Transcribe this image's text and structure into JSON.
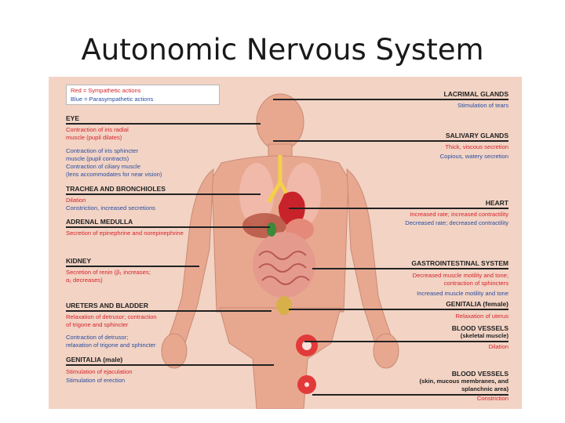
{
  "title": "Autonomic Nervous System",
  "legend": {
    "sympathetic": "Red = Sympathetic actions",
    "parasympathetic": "Blue = Parasympathetic actions",
    "colors": {
      "sympathetic": "#d8232a",
      "parasympathetic": "#2a4ea2"
    }
  },
  "left": {
    "eye": {
      "heading": "EYE",
      "symp": "Contraction of iris radial\nmuscle (pupil dilates)",
      "para": "Contraction of iris sphincter\nmuscle (pupil contracts)\nContraction of ciliary muscle\n(lens accommodates for near vision)"
    },
    "trachea": {
      "heading": "TRACHEA AND BRONCHIOLES",
      "symp": "Dilation",
      "para": "Constriction, increased secretions"
    },
    "adrenal": {
      "heading": "ADRENAL MEDULLA",
      "symp": "Secretion of epinephrine and norepinephrine"
    },
    "kidney": {
      "heading": "KIDNEY",
      "symp": "Secretion of renin (β₁ increases;\n  α₁ decreases)"
    },
    "ureters": {
      "heading": "URETERS AND BLADDER",
      "symp": "Relaxation of detrusor; contraction\nof trigone and sphincter",
      "para": "Contraction of detrusor;\nrelaxation of trigone and sphincter"
    },
    "genitalia_male": {
      "heading": "GENITALIA (male)",
      "symp": "Stimulation of ejaculation",
      "para": "Stimulation of erection"
    }
  },
  "right": {
    "lacrimal": {
      "heading": "LACRIMAL GLANDS",
      "para": "Stimulation of tears"
    },
    "salivary": {
      "heading": "SALIVARY GLANDS",
      "symp": "Thick, viscous secretion",
      "para": "Copious, watery secretion"
    },
    "heart": {
      "heading": "HEART",
      "symp": "Increased rate; increased contractility",
      "para": "Decreased rate; decreased contractility"
    },
    "gi": {
      "heading": "GASTROINTESTINAL SYSTEM",
      "symp": "Decreased muscle motility and tone;\ncontraction of sphincters",
      "para": "Increased muscle motility and tone"
    },
    "genitalia_female": {
      "heading": "GENITALIA (female)",
      "symp": "Relaxation of uterus"
    },
    "vessels_skeletal": {
      "heading": "BLOOD VESSELS",
      "sub": "(skeletal muscle)",
      "symp": "Dilation"
    },
    "vessels_skin": {
      "heading": "BLOOD VESSELS",
      "sub": "(skin, mucous membranes, and\nsplanchnic area)",
      "symp": "Constriction"
    }
  }
}
